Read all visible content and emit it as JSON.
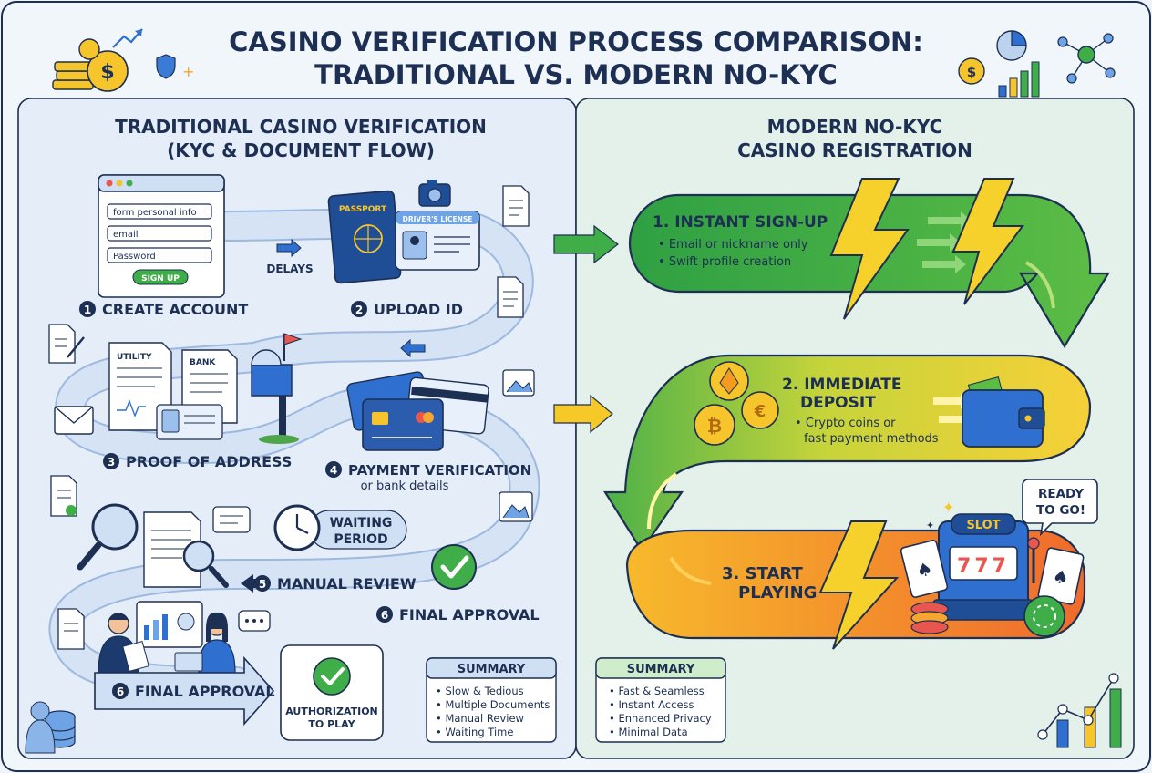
{
  "title": {
    "line1": "CASINO VERIFICATION PROCESS COMPARISON:",
    "line2": "TRADITIONAL VS. MODERN NO-KYC"
  },
  "traditional": {
    "heading1": "TRADITIONAL CASINO VERIFICATION",
    "heading2": "(KYC & DOCUMENT FLOW)",
    "form": {
      "field1": "form personal info",
      "field2": "email",
      "field3": "Password",
      "button": "SIGN UP"
    },
    "delays": "DELAYS",
    "passport": "PASSPORT",
    "license": "DRIVER'S LICENSE",
    "utility": "UTILITY",
    "bank": "BANK",
    "steps": {
      "s1_num": "1",
      "s1": "CREATE ACCOUNT",
      "s2_num": "2",
      "s2": "UPLOAD ID",
      "s3_num": "3",
      "s3": "PROOF OF ADDRESS",
      "s4_num": "4",
      "s4": "PAYMENT VERIFICATION",
      "s4_sub": "or bank details",
      "waiting1": "WAITING",
      "waiting2": "PERIOD",
      "s5_num": "5",
      "s5": "MANUAL REVIEW",
      "s6_num": "6",
      "s6": "FINAL APPROVAL",
      "s6b_num": "6",
      "s6b": "FINAL APPROVAL"
    },
    "auth1": "AUTHORIZATION",
    "auth2": "TO PLAY",
    "summary": {
      "title": "SUMMARY",
      "items": [
        "Slow & Tedious",
        "Multiple Documents",
        "Manual Review",
        "Waiting Time"
      ]
    }
  },
  "modern": {
    "heading1": "MODERN NO-KYC",
    "heading2": "CASINO REGISTRATION",
    "step1": {
      "title": "1. INSTANT SIGN-UP",
      "b1": "Email or nickname only",
      "b2": "Swift profile creation"
    },
    "step2": {
      "title1": "2. IMMEDIATE",
      "title2": "DEPOSIT",
      "b1": "Crypto coins or",
      "b2": "fast payment methods"
    },
    "step3": {
      "title1": "3. START",
      "title2": "PLAYING"
    },
    "slot": "SLOT",
    "reels": "777",
    "ready1": "READY",
    "ready2": "TO GO!",
    "summary": {
      "title": "SUMMARY",
      "items": [
        "Fast & Seamless",
        "Instant Access",
        "Enhanced Privacy",
        "Minimal Data"
      ]
    }
  },
  "colors": {
    "navy": "#1d2f52",
    "green": "#3fae49",
    "yellow": "#f6c928",
    "orange": "#f47a30",
    "blue": "#2e6fd0"
  }
}
